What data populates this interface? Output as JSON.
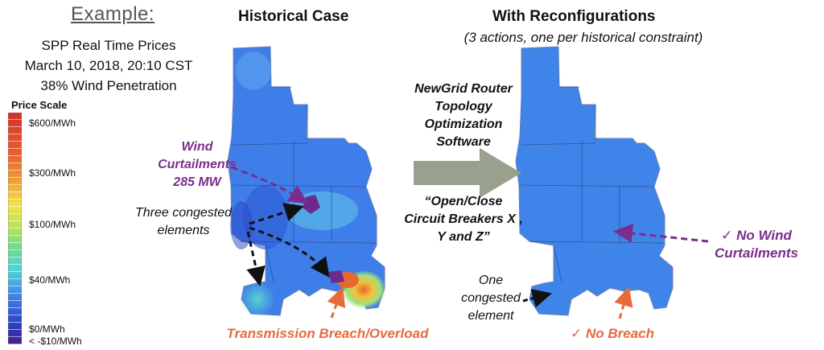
{
  "example": {
    "title": "Example:",
    "lines": [
      "SPP Real Time Prices",
      "March 10, 2018, 20:10 CST",
      "38% Wind Penetration"
    ]
  },
  "price_scale": {
    "title": "Price Scale",
    "labels": [
      "$600/MWh",
      "$300/MWh",
      "$100/MWh",
      "$40/MWh",
      "$0/MWh",
      "< -$10/MWh"
    ]
  },
  "historical": {
    "title": "Historical Case",
    "wind_curtailments": [
      "Wind",
      "Curtailments",
      "285 MW"
    ],
    "congested": [
      "Three congested",
      "elements"
    ],
    "breach": "Transmission Breach/Overload"
  },
  "middle": {
    "software": [
      "NewGrid Router",
      "Topology",
      "Optimization",
      "Software"
    ],
    "quote": [
      "“Open/Close",
      "Circuit Breakers X ,",
      "Y and Z”"
    ]
  },
  "reconfig": {
    "title": "With Reconfigurations",
    "subtitle": "(3 actions, one per historical constraint)",
    "no_wind": [
      "✓ No Wind",
      "Curtailments"
    ],
    "one_congested": [
      "One",
      "congested",
      "element"
    ],
    "no_breach": "✓ No Breach"
  },
  "colors": {
    "map_blue": "#3f7ee8",
    "purple": "#7b2d8e",
    "orange": "#e86a3a",
    "arrow_gray": "#9aa08e"
  }
}
